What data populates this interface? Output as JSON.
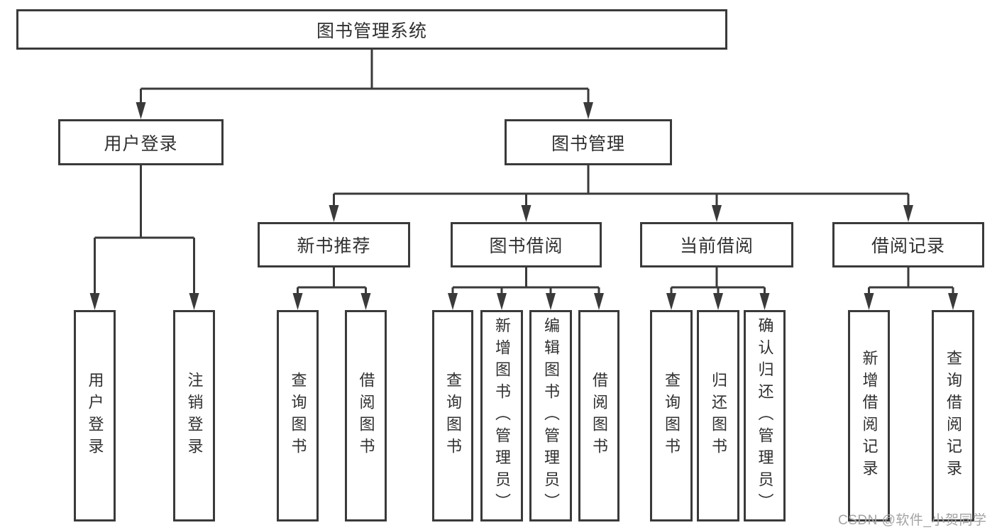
{
  "tree": {
    "label": "图书管理系统",
    "children": [
      {
        "label": "用户登录",
        "children": [
          {
            "label": "用户登录"
          },
          {
            "label": "注销登录"
          }
        ]
      },
      {
        "label": "图书管理",
        "children": [
          {
            "label": "新书推荐",
            "children": [
              {
                "label": "查询图书"
              },
              {
                "label": "借阅图书"
              }
            ]
          },
          {
            "label": "图书借阅",
            "children": [
              {
                "label": "查询图书"
              },
              {
                "label": "新增图书（管理员）"
              },
              {
                "label": "编辑图书（管理员）"
              },
              {
                "label": "借阅图书"
              }
            ]
          },
          {
            "label": "当前借阅",
            "children": [
              {
                "label": "查询图书"
              },
              {
                "label": "归还图书"
              },
              {
                "label": "确认归还（管理员）"
              }
            ]
          },
          {
            "label": "借阅记录",
            "children": [
              {
                "label": "新增借阅记录"
              },
              {
                "label": "查询借阅记录"
              }
            ]
          }
        ]
      }
    ]
  },
  "watermark": "CSDN @软件_小贺同学",
  "colors": {
    "line": "#3a3a3a",
    "text": "#303030",
    "watermark": "#a3a3a3",
    "background": "#ffffff"
  }
}
